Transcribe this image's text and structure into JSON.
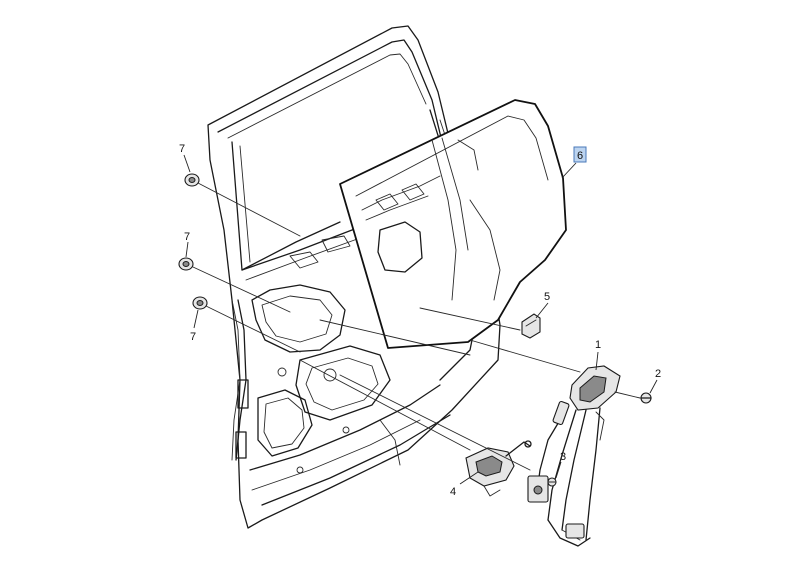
{
  "callouts": [
    {
      "id": "1",
      "label": "1"
    },
    {
      "id": "2",
      "label": "2"
    },
    {
      "id": "3",
      "label": "3"
    },
    {
      "id": "4",
      "label": "4"
    },
    {
      "id": "5",
      "label": "5"
    },
    {
      "id": "6",
      "label": "6",
      "highlighted": true
    },
    {
      "id": "7a",
      "label": "7"
    },
    {
      "id": "7b",
      "label": "7"
    },
    {
      "id": "7c",
      "label": "7"
    }
  ],
  "colors": {
    "highlight_fill": "#bcd4f0",
    "highlight_stroke": "#4a78b8",
    "line": "#1a1a1a"
  }
}
